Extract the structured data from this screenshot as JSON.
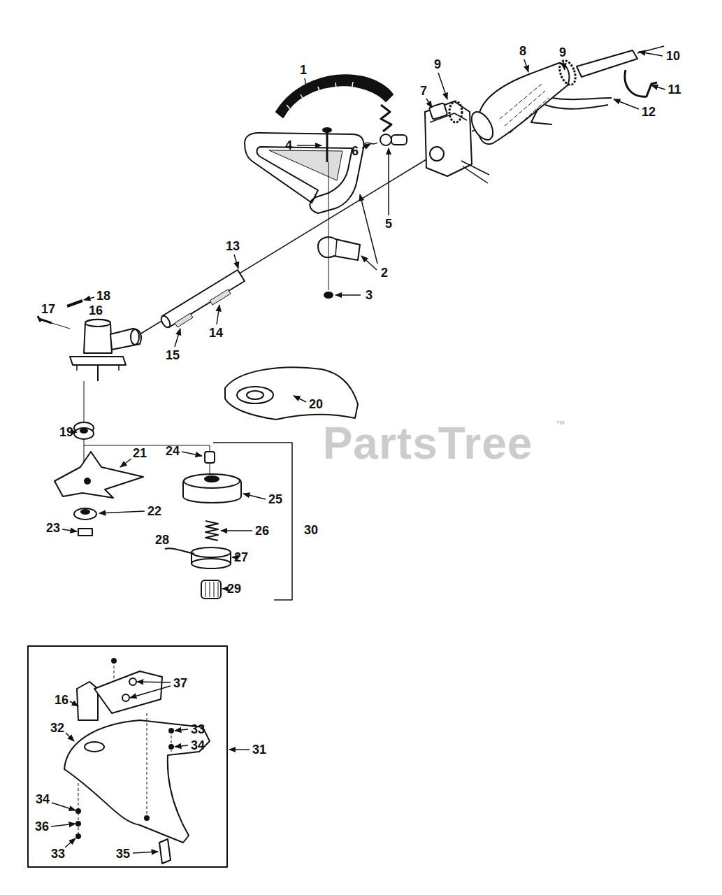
{
  "diagram": {
    "labels": [
      "1",
      "10",
      "9",
      "9",
      "11",
      "7",
      "8",
      "12",
      "4",
      "6",
      "5",
      "2",
      "13",
      "3",
      "17",
      "18",
      "16",
      "14",
      "15",
      "20",
      "19",
      "21",
      "24",
      "25",
      "22",
      "23",
      "26",
      "30",
      "28",
      "27",
      "29",
      "37",
      "16",
      "33",
      "34",
      "31",
      "32",
      "34",
      "36",
      "33",
      "35",
      "PartsTree",
      "™"
    ]
  }
}
